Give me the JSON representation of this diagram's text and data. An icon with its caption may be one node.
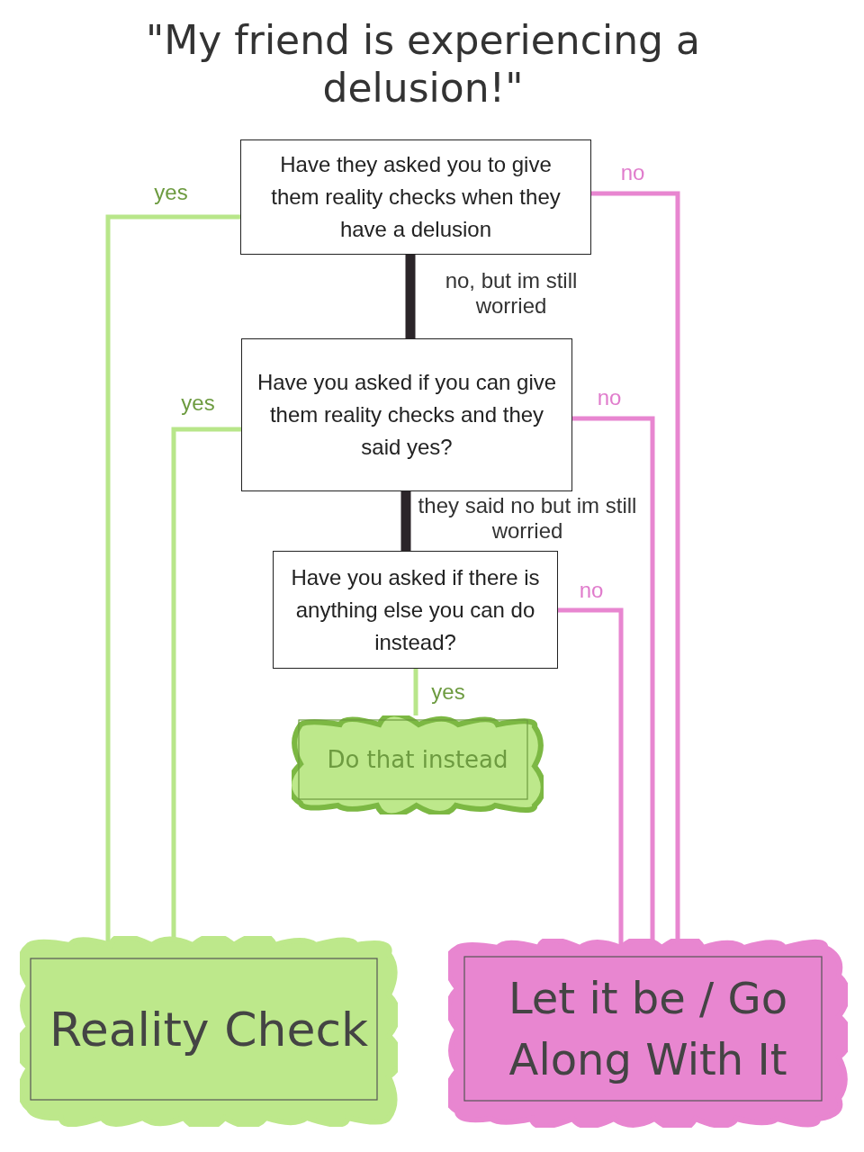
{
  "diagram": {
    "title": "\"My friend is experiencing a delusion!\"",
    "nodes": [
      {
        "text": [
          "Have they asked you to give them reality checks when they have a delusion"
        ]
      },
      {
        "text": [
          "Have you asked if you can give them reality checks and they said yes?"
        ]
      },
      {
        "text": [
          "Have you asked if there is anything else you can do instead?"
        ]
      },
      {
        "text": [
          "Do that instead"
        ]
      },
      {
        "text": [
          "Reality Check"
        ]
      },
      {
        "text": [
          "Let it be / Go Along With It"
        ]
      }
    ],
    "edges": [
      {
        "from": 0,
        "to": 4,
        "arrow": "none",
        "label": "yes",
        "color": "#b8e68a"
      },
      {
        "from": 0,
        "to": 5,
        "arrow": "none",
        "label": "no",
        "color": "#e886d0"
      },
      {
        "from": 0,
        "to": 1,
        "arrow": "none",
        "label": "no, but im still worried",
        "style": "thick",
        "color": "#2b2529"
      },
      {
        "from": 1,
        "to": 4,
        "arrow": "none",
        "label": "yes",
        "color": "#b8e68a"
      },
      {
        "from": 1,
        "to": 5,
        "arrow": "none",
        "label": "no",
        "color": "#e886d0"
      },
      {
        "from": 1,
        "to": 2,
        "arrow": "none",
        "label": "they said no but im still worried",
        "style": "thick",
        "color": "#2b2529"
      },
      {
        "from": 2,
        "to": 5,
        "arrow": "none",
        "label": "no",
        "color": "#e886d0"
      },
      {
        "from": 2,
        "to": 3,
        "arrow": "none",
        "label": "yes",
        "color": "#b8e68a"
      }
    ]
  }
}
